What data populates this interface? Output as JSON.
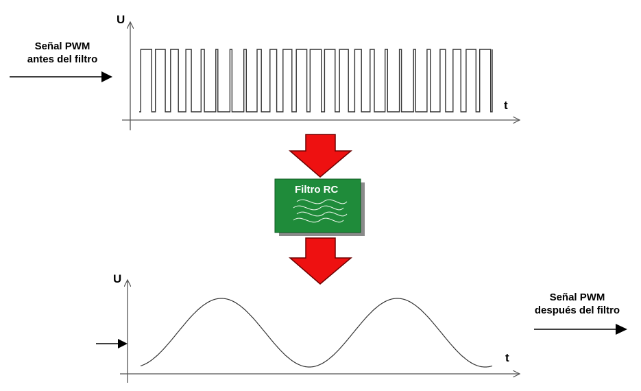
{
  "input": {
    "label_line1": "Señal PWM",
    "label_line2": "antes del filtro",
    "y_axis": "U",
    "x_axis": "t"
  },
  "filter": {
    "label": "Filtro RC"
  },
  "output": {
    "label_line1": "Señal PWM",
    "label_line2": "después del filtro",
    "y_axis": "U",
    "x_axis": "t"
  },
  "colors": {
    "arrow_fill": "#ee1111",
    "arrow_stroke": "#6b0000",
    "filter_fill": "#1f8b3a",
    "filter_shadow": "#8a8a8a",
    "line": "#333333"
  }
}
